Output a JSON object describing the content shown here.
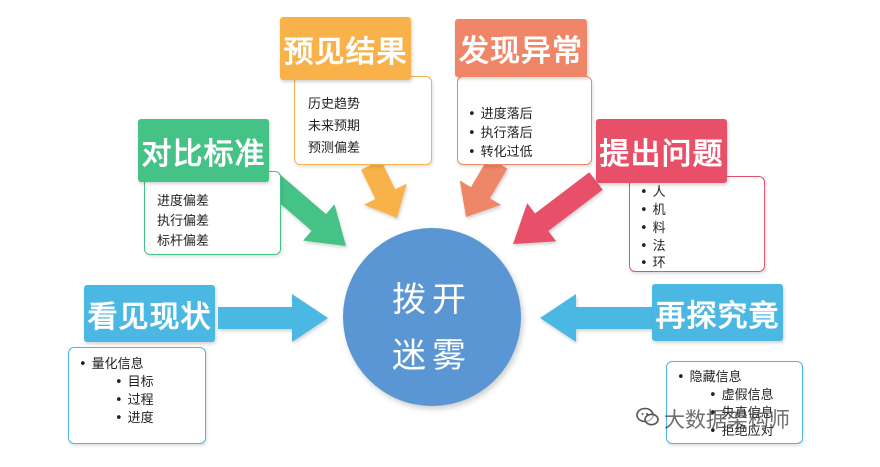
{
  "center": {
    "line1": "拨开",
    "line2": "迷雾",
    "color": "#5a96d3"
  },
  "nodes": {
    "kanjian": {
      "title": "看见现状",
      "color": "#4bb8e4",
      "items": [
        "量化信息",
        "目标",
        "过程",
        "进度"
      ]
    },
    "duibi": {
      "title": "对比标准",
      "color": "#45c285",
      "items": [
        "进度偏差",
        "执行偏差",
        "标杆偏差"
      ]
    },
    "yujian": {
      "title": "预见结果",
      "color": "#f9b24a",
      "items": [
        "历史趋势",
        "未来预期",
        "预测偏差"
      ]
    },
    "faxian": {
      "title": "发现异常",
      "color": "#ef8667",
      "items": [
        "进度落后",
        "执行落后",
        "转化过低"
      ]
    },
    "tichu": {
      "title": "提出问题",
      "color": "#e84f68",
      "items": [
        "人",
        "机",
        "料",
        "法",
        "环"
      ]
    },
    "zaitan": {
      "title": "再探究竟",
      "color": "#4bb8e4",
      "items": [
        "隐藏信息",
        "虚假信息",
        "失真信息",
        "拒绝应对"
      ]
    }
  },
  "watermark": {
    "text": "大数据架构师",
    "icon": "wechat-icon"
  }
}
